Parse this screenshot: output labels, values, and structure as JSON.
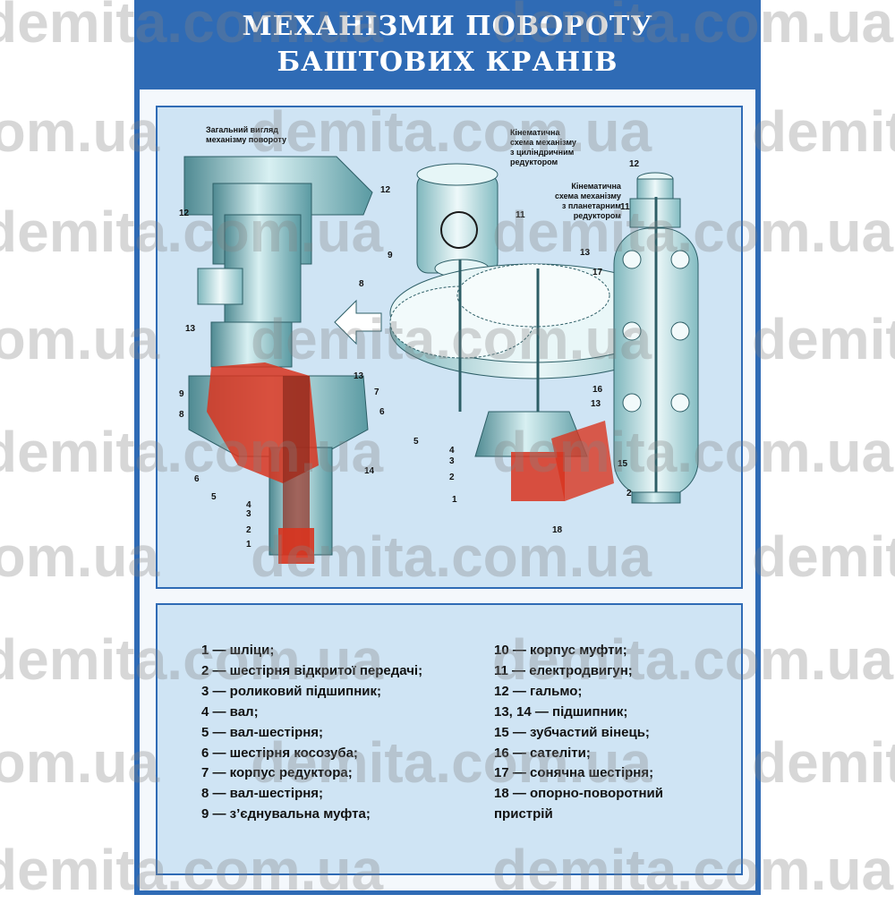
{
  "title": {
    "line1": "МЕХАНІЗМИ ПОВОРОТУ",
    "line2": "БАШТОВИХ КРАНІВ"
  },
  "captions": {
    "general_view": "Загальний вигляд\nмеханізму повороту",
    "cylindrical": "Кінематична\nсхема механізму\nз циліндричним\nредуктором",
    "planetary": "Кінематична\nсхема механізму\nз планетарним\nредуктором"
  },
  "labels": {
    "left": [
      "12",
      "13",
      "13",
      "9",
      "8",
      "6",
      "5",
      "4",
      "3",
      "2",
      "1",
      "14"
    ],
    "middle": [
      "12",
      "11",
      "9",
      "8",
      "13",
      "7",
      "6",
      "5",
      "4",
      "3",
      "2",
      "1",
      "13",
      "18"
    ],
    "right": [
      "12",
      "11",
      "17",
      "16",
      "15",
      "2"
    ]
  },
  "legend": {
    "left": [
      "1 — шліци;",
      "2 — шестірня відкритої передачі;",
      "3 — роликовий підшипник;",
      "4 — вал;",
      "5 — вал-шестірня;",
      "6 — шестірня косозуба;",
      "7 — корпус редуктора;",
      "8 — вал-шестірня;",
      "9 — з’єднувальна муфта;"
    ],
    "right": [
      "10 — корпус муфти;",
      "11 — електродвигун;",
      "12 — гальмо;",
      "13, 14 — підшипник;",
      "15 — зубчастий вінець;",
      "16 — сателіти;",
      "17 — сонячна шестірня;",
      "18 — опорно-поворотний",
      "пристрій"
    ]
  },
  "watermark": "demita.com.ua",
  "colors": {
    "frame": "#2f6bb5",
    "panel": "#cfe4f4",
    "steel": "#9fc8cc",
    "section_red": "#d8341f"
  }
}
